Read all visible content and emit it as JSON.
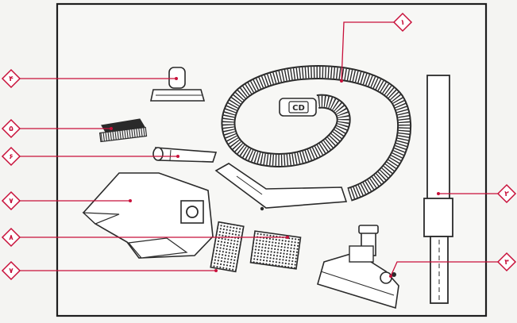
{
  "figure": {
    "callouts": [
      {
        "id": "hose",
        "label": "۱"
      },
      {
        "id": "wand",
        "label": "۲"
      },
      {
        "id": "floor-nozzle",
        "label": "۳"
      },
      {
        "id": "upholstery",
        "label": "۴"
      },
      {
        "id": "brush",
        "label": "۵"
      },
      {
        "id": "crevice",
        "label": "۶"
      },
      {
        "id": "bag",
        "label": "۷"
      },
      {
        "id": "filter-small",
        "label": "۷"
      },
      {
        "id": "filter-large",
        "label": "۸"
      }
    ],
    "colors": {
      "accent": "#c8103a",
      "ink": "#2a2a2a",
      "paper": "#f4f4f2",
      "frame": "#1e1e1e"
    },
    "hose_marking": "CD"
  }
}
